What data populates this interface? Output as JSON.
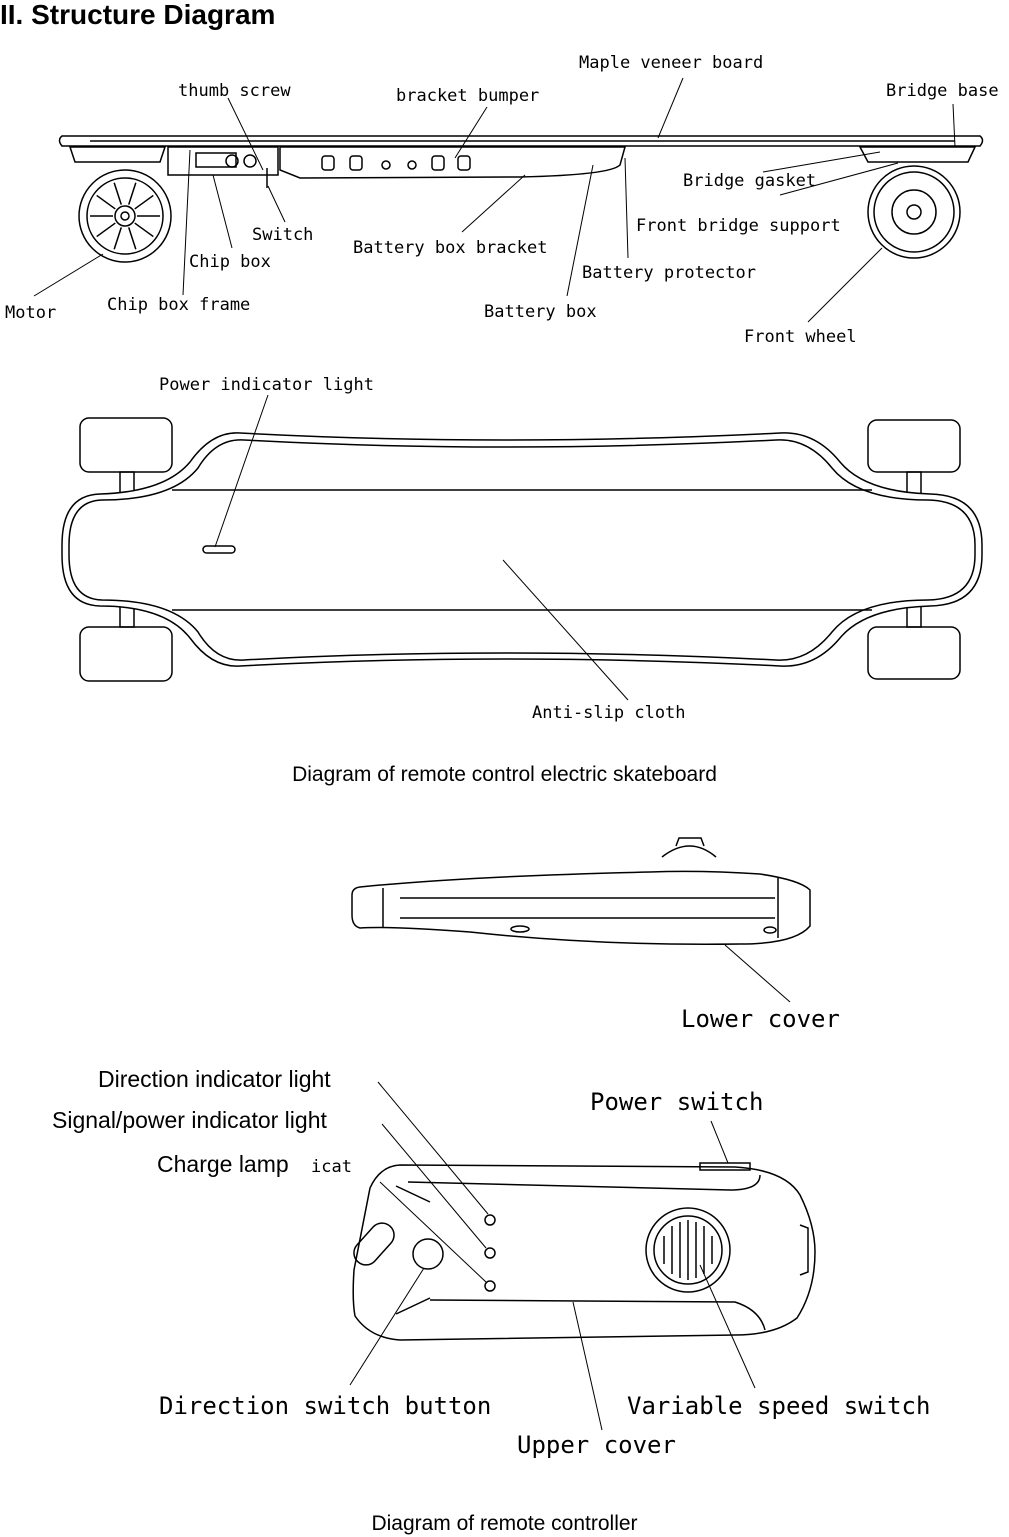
{
  "page_title": "II. Structure Diagram",
  "board_side_labels": {
    "maple_veneer_board": "Maple veneer board",
    "thumb_screw": "thumb screw",
    "bracket_bumper": "bracket bumper",
    "bridge_base": "Bridge base",
    "bridge_gasket": "Bridge gasket",
    "front_bridge_support": "Front bridge support",
    "switch": "Switch",
    "chip_box": "Chip box",
    "battery_box_bracket": "Battery box bracket",
    "battery_protector": "Battery protector",
    "motor": "Motor",
    "chip_box_frame": "Chip box frame",
    "battery_box": "Battery box",
    "front_wheel": "Front wheel"
  },
  "board_top_labels": {
    "power_indicator_light": "Power indicator light",
    "anti_slip_cloth": "Anti-slip cloth"
  },
  "caption_board": "Diagram of remote control electric skateboard",
  "remote_side_labels": {
    "lower_cover": "Lower cover"
  },
  "remote_top_labels": {
    "direction_indicator_light": "Direction indicator light",
    "signal_power_indicator_light": "Signal/power indicator light",
    "charge_lamp": "Charge lamp",
    "charge_lamp_overlap": "icat",
    "power_switch": "Power switch",
    "direction_switch_button": "Direction switch button",
    "variable_speed_switch": "Variable speed switch",
    "upper_cover": "Upper cover"
  },
  "caption_remote": "Diagram of remote controller"
}
